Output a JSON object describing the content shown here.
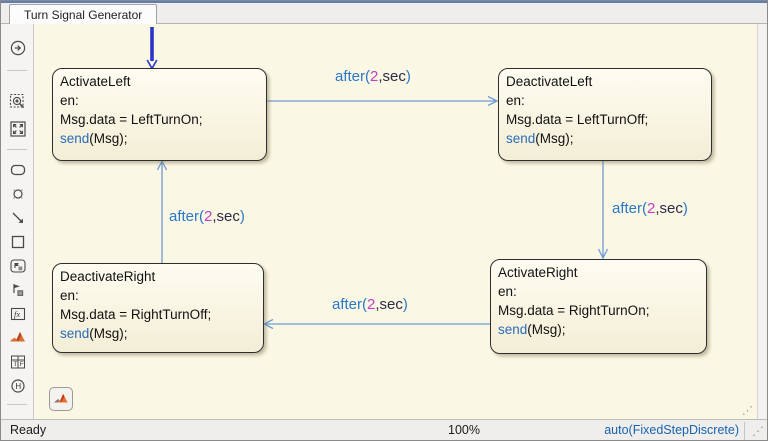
{
  "window": {
    "tab_title": "Turn Signal Generator"
  },
  "toolbar": {
    "icons": [
      "explore-icon",
      "zoom-region-icon",
      "fit-to-view-icon",
      "state-icon",
      "junction-icon",
      "transition-icon",
      "box-icon",
      "subchart-icon",
      "flag-icon",
      "function-icon",
      "matlab-function-icon",
      "truth-table-icon",
      "history-junction-icon"
    ]
  },
  "states": [
    {
      "id": "ActivateLeft",
      "title": "ActivateLeft",
      "entry_label": "en:",
      "action": "Msg.data = LeftTurnOn;",
      "send_keyword": "send",
      "send_args": "(Msg);"
    },
    {
      "id": "DeactivateLeft",
      "title": "DeactivateLeft",
      "entry_label": "en:",
      "action": "Msg.data = LeftTurnOff;",
      "send_keyword": "send",
      "send_args": "(Msg);"
    },
    {
      "id": "ActivateRight",
      "title": "ActivateRight",
      "entry_label": "en:",
      "action": "Msg.data = RightTurnOn;",
      "send_keyword": "send",
      "send_args": "(Msg);"
    },
    {
      "id": "DeactivateRight",
      "title": "DeactivateRight",
      "entry_label": "en:",
      "action": "Msg.data = RightTurnOff;",
      "send_keyword": "send",
      "send_args": "(Msg);"
    }
  ],
  "transitions": [
    {
      "from": "ActivateLeft",
      "to": "DeactivateLeft",
      "label": {
        "kw": "after(",
        "num": "2",
        "mid": ",sec",
        "close": ")"
      }
    },
    {
      "from": "DeactivateLeft",
      "to": "ActivateRight",
      "label": {
        "kw": "after(",
        "num": "2",
        "mid": ",sec",
        "close": ")"
      }
    },
    {
      "from": "ActivateRight",
      "to": "DeactivateRight",
      "label": {
        "kw": "after(",
        "num": "2",
        "mid": ",sec",
        "close": ")"
      }
    },
    {
      "from": "DeactivateRight",
      "to": "ActivateLeft",
      "label": {
        "kw": "after(",
        "num": "2",
        "mid": ",sec",
        "close": ")"
      }
    }
  ],
  "statusbar": {
    "status": "Ready",
    "zoom_level": "100%",
    "solver": "auto(FixedStepDiscrete)"
  },
  "colors": {
    "canvas_bg": "#faf7e4",
    "state_fill_top": "#fefcf1",
    "state_fill_bottom": "#f3eed6",
    "state_border": "#2e2e2e",
    "transition_line": "#6f9bd4",
    "default_transition": "#2b35c8",
    "keyword_blue": "#2b6cb8",
    "number_magenta": "#c33fc3",
    "label_blue": "#2a77c8",
    "label_dark": "#2b2b45",
    "solver_blue": "#1763b0"
  }
}
